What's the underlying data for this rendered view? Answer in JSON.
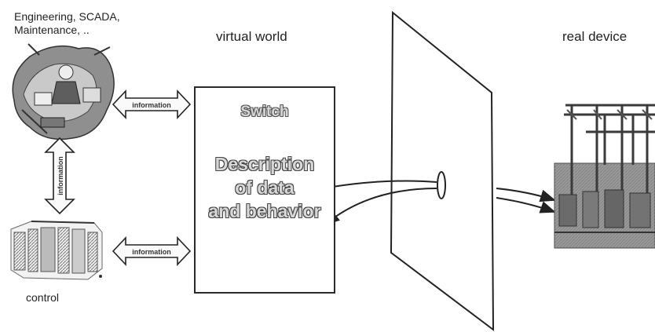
{
  "labels": {
    "engineering_line1": "Engineering, SCADA,",
    "engineering_line2": "Maintenance,  ..",
    "virtual_world": "virtual world",
    "real_device": "real device",
    "control": "control"
  },
  "switch_box": {
    "title": "Switch",
    "description_line1": "Description",
    "description_line2": "of data",
    "description_line3": "and behavior"
  },
  "arrows": {
    "top_horizontal": "information",
    "vertical": "information",
    "bottom_horizontal": "information"
  }
}
